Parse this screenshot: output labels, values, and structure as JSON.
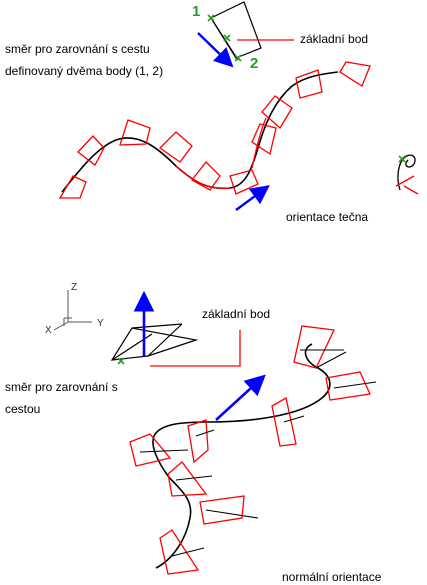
{
  "colors": {
    "path": "#000000",
    "shape": "#ff0000",
    "arrow": "#0000ff",
    "point": "#2a9a2a",
    "axis": "#555555"
  },
  "top": {
    "label_direction_line1": "směr pro zarovnání s cestu",
    "label_direction_line2": "definovaný dvěma body (1, 2)",
    "label_base_point": "základní bod",
    "point1": "1",
    "point2": "2",
    "label_orientation": "orientace tečna"
  },
  "bottom": {
    "label_base_point": "základní bod",
    "label_direction_line1": "směr pro zarovnání s",
    "label_direction_line2": "cestou",
    "label_orientation": "normální orientace",
    "axis_x": "X",
    "axis_y": "Y",
    "axis_z": "Z"
  }
}
